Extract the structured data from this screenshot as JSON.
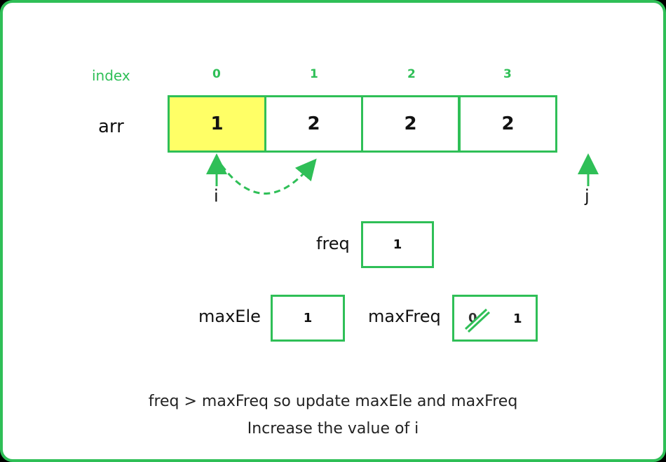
{
  "index_label": "index",
  "arr_label": "arr",
  "indices": [
    "0",
    "1",
    "2",
    "3"
  ],
  "arr": [
    "1",
    "2",
    "2",
    "2"
  ],
  "highlighted_index": 0,
  "pointer_i": "i",
  "pointer_j": "j",
  "freq": {
    "label": "freq",
    "value": "1"
  },
  "maxEle": {
    "label": "maxEle",
    "value": "1"
  },
  "maxFreq": {
    "label": "maxFreq",
    "old_value": "0",
    "value": "1"
  },
  "captions": [
    "freq > maxFreq so update maxEle and maxFreq",
    "Increase the value of i"
  ],
  "colors": {
    "accent": "#2fbf57",
    "highlight": "#ffff66"
  }
}
